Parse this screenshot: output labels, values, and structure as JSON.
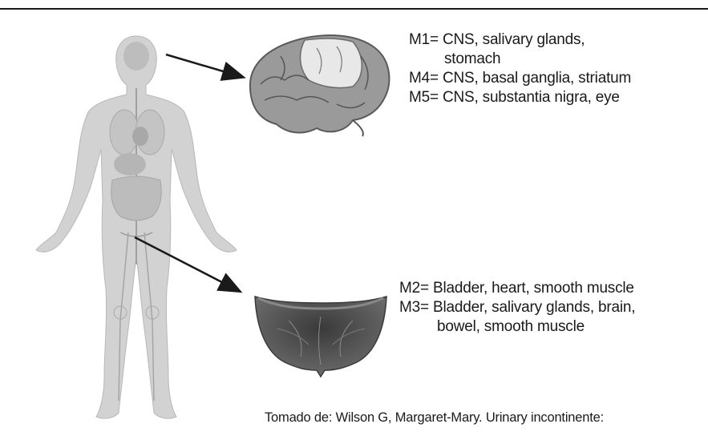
{
  "brain_labels": [
    "M1= CNS, salivary glands,",
    "stomach",
    "M4= CNS, basal ganglia, striatum",
    "M5= CNS, substantia nigra, eye"
  ],
  "bladder_labels": [
    "M2= Bladder, heart, smooth muscle",
    "M3= Bladder, salivary glands, brain,",
    "bowel, smooth muscle"
  ],
  "credit": "Tomado de: Wilson G, Margaret-Mary. Urinary incontinente:",
  "colors": {
    "ink": "#1a1a1a",
    "body": "#d2d2d2",
    "brain": "#9a9a9a",
    "bladder": "#5a5a5a"
  }
}
